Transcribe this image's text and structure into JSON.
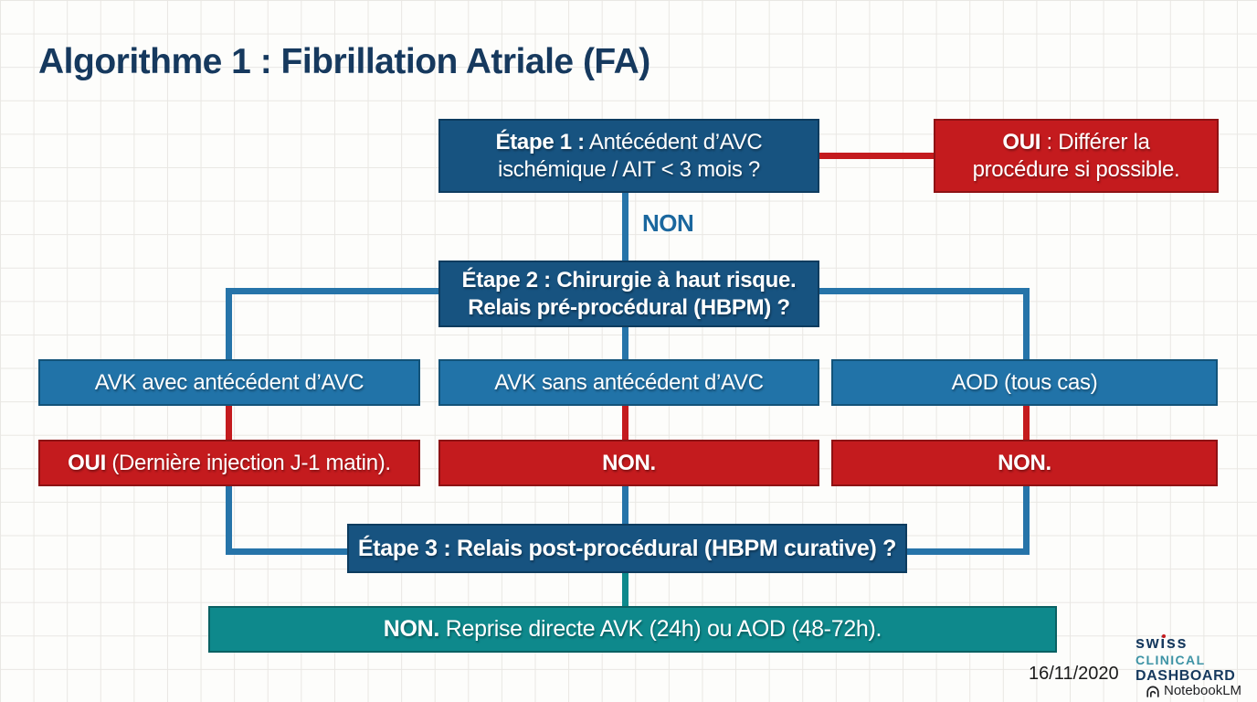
{
  "title": "Algorithme 1 : Fibrillation Atriale (FA)",
  "flow": {
    "step1": {
      "bold": "Étape 1 :",
      "rest1": " Antécédent d’AVC",
      "line2": "ischémique / AIT < 3 mois ?"
    },
    "oui1": {
      "bold": "OUI",
      "rest1": " : Différer la",
      "line2": "procédure si possible."
    },
    "non_label": "NON",
    "step2": {
      "line1": "Étape 2 : Chirurgie à haut risque.",
      "line2": "Relais pré-procédural (HBPM) ?"
    },
    "branches": [
      "AVK avec antécédent d’AVC",
      "AVK sans antécédent d’AVC",
      "AOD (tous cas)"
    ],
    "outcomes": [
      {
        "bold": "OUI",
        "rest": " (Dernière injection J-1 matin)."
      },
      {
        "bold": "NON.",
        "rest": ""
      },
      {
        "bold": "NON.",
        "rest": ""
      }
    ],
    "step3": {
      "text": "Étape 3 : Relais post-procédural (HBPM curative) ?"
    },
    "final": {
      "bold": "NON.",
      "rest": " Reprise directe AVK (24h) ou AOD (48-72h)."
    }
  },
  "footer": {
    "date": "16/11/2020",
    "logo": {
      "swiss_pre": "sw",
      "swiss_i": "i",
      "swiss_post": "ss",
      "line2": "CLINICAL",
      "line3": "DASHBOARD"
    },
    "watermark": "NotebookLM"
  },
  "colors": {
    "dark_blue": "#175380",
    "mid_blue": "#2173a8",
    "red": "#c41b1e",
    "teal": "#0e898c",
    "navy_title": "#16395e",
    "connector_blue": "#2674a9",
    "non_label_blue": "#1a679e",
    "logo_teal": "#3d93a5",
    "grid_line": "#e9e7e3",
    "background": "#fdfdfb"
  }
}
